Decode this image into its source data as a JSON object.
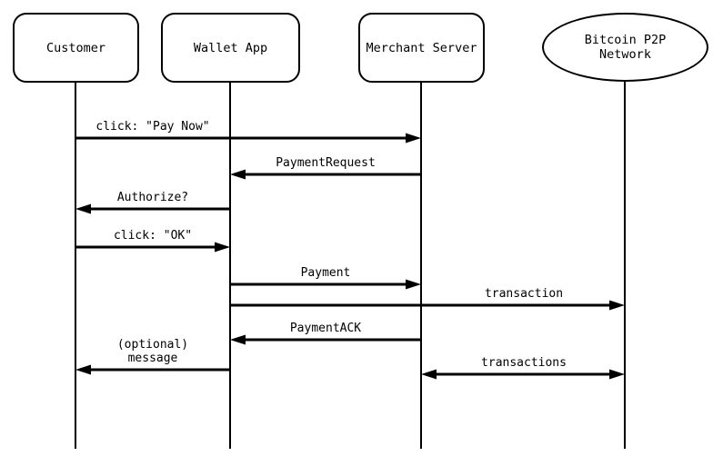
{
  "colors": {
    "background": "#ffffff",
    "line": "#000000",
    "text": "#000000"
  },
  "diagram": {
    "type": "sequence-diagram",
    "participants": [
      {
        "id": "customer",
        "label": "Customer",
        "shape": "rect"
      },
      {
        "id": "wallet",
        "label": "Wallet App",
        "shape": "rect"
      },
      {
        "id": "merchant",
        "label": "Merchant Server",
        "shape": "rect"
      },
      {
        "id": "network",
        "label": "Bitcoin P2P Network",
        "label_lines": [
          "Bitcoin P2P",
          "Network"
        ],
        "shape": "ellipse"
      }
    ],
    "messages": [
      {
        "from": "customer",
        "to": "merchant",
        "label": "click: \"Pay Now\""
      },
      {
        "from": "merchant",
        "to": "wallet",
        "label": "PaymentRequest"
      },
      {
        "from": "wallet",
        "to": "customer",
        "label": "Authorize?"
      },
      {
        "from": "customer",
        "to": "wallet",
        "label": "click: \"OK\""
      },
      {
        "from": "wallet",
        "to": "merchant",
        "label": "Payment"
      },
      {
        "from": "wallet",
        "to": "network",
        "label": "transaction"
      },
      {
        "from": "merchant",
        "to": "wallet",
        "label": "PaymentACK"
      },
      {
        "from": "wallet",
        "to": "customer",
        "label": "(optional) message",
        "label_lines": [
          "(optional)",
          "message"
        ]
      },
      {
        "from": "merchant",
        "to": "network",
        "label": "transactions",
        "bidirectional": true
      }
    ]
  }
}
